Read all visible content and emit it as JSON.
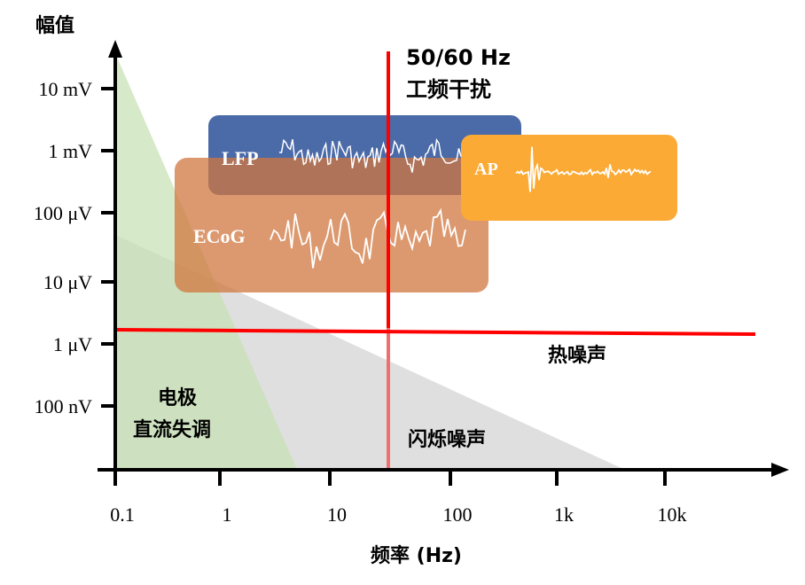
{
  "y_axis_title": "幅值",
  "x_axis_title": "频率 (Hz)",
  "y_ticks": [
    "10 mV",
    "1 mV",
    "100 μV",
    "10 μV",
    "1 μV",
    "100 nV"
  ],
  "x_ticks": [
    "0.1",
    "1",
    "10",
    "100",
    "1k",
    "10k"
  ],
  "line_noise": {
    "line1": "50/60 Hz",
    "line2": "工频干扰",
    "frequency_hz": "50/60"
  },
  "thermal_noise": "热噪声",
  "flicker_noise": "闪烁噪声",
  "dc_offset": {
    "line1": "电极",
    "line2": "直流失调"
  },
  "signals": {
    "lfp": "LFP",
    "ecog": "ECoG",
    "ap": "AP"
  },
  "colors": {
    "lfp": "#4a6aa8",
    "ecog": "#d68a5c",
    "ap": "#fbaa35",
    "red_line": "#ff0000",
    "dc_region": "#d3e6c4",
    "flicker_region": "#dcdcdc"
  }
}
